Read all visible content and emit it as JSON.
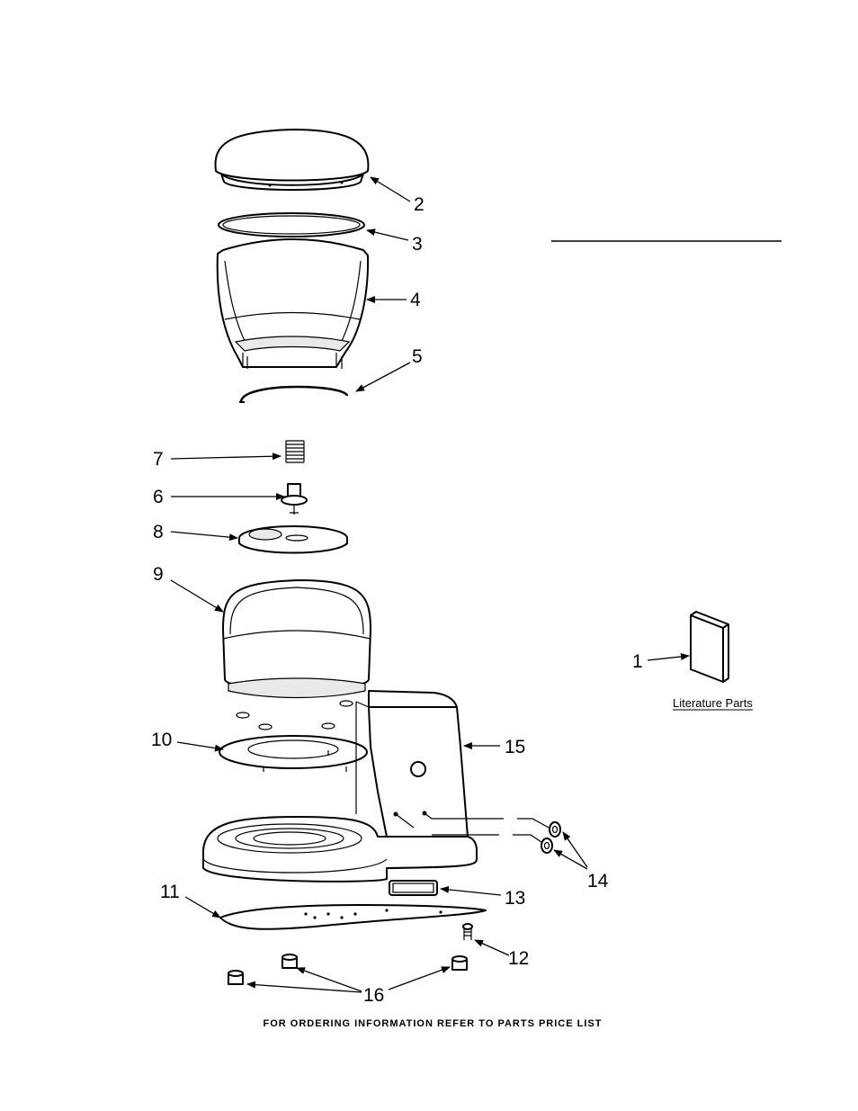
{
  "callouts": {
    "c1": "1",
    "c2": "2",
    "c3": "3",
    "c4": "4",
    "c5": "5",
    "c6": "6",
    "c7": "7",
    "c8": "8",
    "c9": "9",
    "c10": "10",
    "c11": "11",
    "c12": "12",
    "c13": "13",
    "c14": "14",
    "c15": "15",
    "c16": "16"
  },
  "literature_label": "Literature Parts",
  "footer": "FOR ORDERING INFORMATION REFER TO PARTS PRICE LIST"
}
